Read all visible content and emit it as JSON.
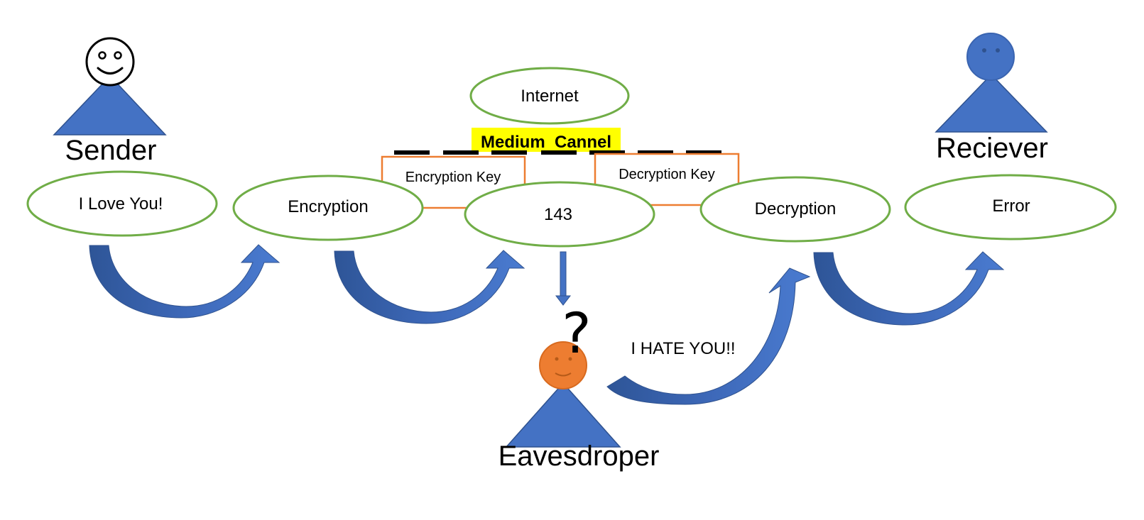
{
  "actors": {
    "sender": "Sender",
    "receiver": "Reciever",
    "eavesdropper": "Eavesdroper"
  },
  "nodes": {
    "message": "I Love You!",
    "encryption": "Encryption",
    "cipher": "143",
    "decryption": "Decryption",
    "result": "Error"
  },
  "network": {
    "label": "Internet",
    "channel_label": "Medium  Cannel",
    "encryption_key": "Encryption Key",
    "decryption_key": "Decryption Key"
  },
  "attack": {
    "tampered_message": "I HATE YOU!!",
    "question_mark": "?"
  },
  "colors": {
    "ellipse_border": "#70ad47",
    "actor_fill": "#4472c4",
    "arrow_fill": "#3f6cbf",
    "key_border": "#ed7d31",
    "eavesdropper_head": "#ed7d31",
    "highlight": "#ffff00"
  }
}
